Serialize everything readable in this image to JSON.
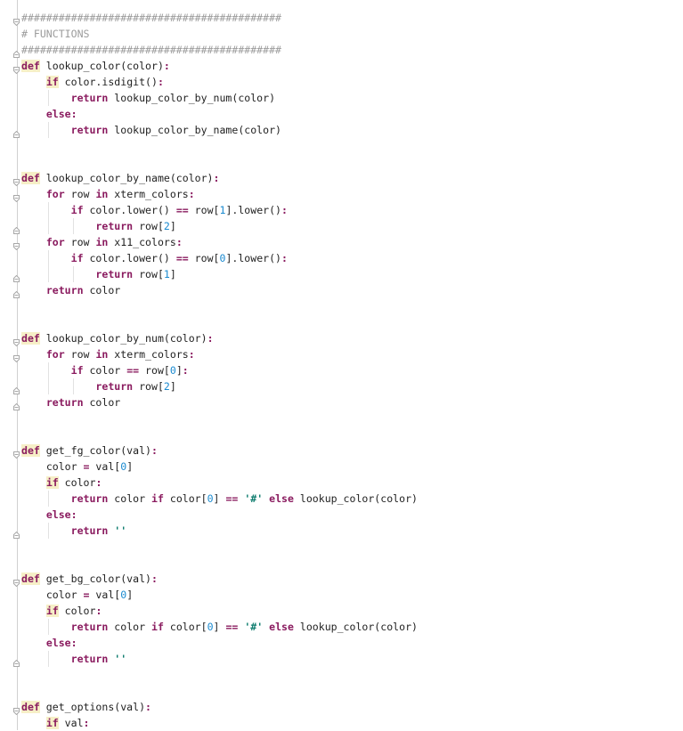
{
  "editor": {
    "language": "python",
    "colors": {
      "keyword": "#8a1b5f",
      "number": "#1a8ad0",
      "string": "#0f7d6f",
      "comment": "#9c9c9c",
      "text": "#1f1f1f",
      "highlight": "#f6efc7"
    },
    "lines": [
      {
        "indent": 0,
        "fold": "start",
        "tokens": [
          {
            "t": "cm",
            "v": "##########################################"
          }
        ]
      },
      {
        "indent": 0,
        "fold": "",
        "tokens": [
          {
            "t": "cm",
            "v": "# FUNCTIONS"
          }
        ]
      },
      {
        "indent": 0,
        "fold": "end",
        "tokens": [
          {
            "t": "cm",
            "v": "##########################################"
          }
        ]
      },
      {
        "indent": 0,
        "fold": "start",
        "tokens": [
          {
            "t": "kwhl",
            "v": "def"
          },
          {
            "t": "tx",
            "v": " lookup_color(color)"
          },
          {
            "t": "op",
            "v": ":"
          }
        ]
      },
      {
        "indent": 1,
        "fold": "",
        "tokens": [
          {
            "t": "kwhl",
            "v": "if"
          },
          {
            "t": "tx",
            "v": " color.isdigit()"
          },
          {
            "t": "op",
            "v": ":"
          }
        ]
      },
      {
        "indent": 2,
        "fold": "",
        "tokens": [
          {
            "t": "kw",
            "v": "return"
          },
          {
            "t": "tx",
            "v": " lookup_color_by_num(color)"
          }
        ]
      },
      {
        "indent": 1,
        "fold": "",
        "tokens": [
          {
            "t": "kw",
            "v": "else"
          },
          {
            "t": "op",
            "v": ":"
          }
        ]
      },
      {
        "indent": 2,
        "fold": "end",
        "tokens": [
          {
            "t": "kw",
            "v": "return"
          },
          {
            "t": "tx",
            "v": " lookup_color_by_name(color)"
          }
        ]
      },
      {
        "indent": 0,
        "fold": "",
        "tokens": []
      },
      {
        "indent": 0,
        "fold": "",
        "tokens": []
      },
      {
        "indent": 0,
        "fold": "start",
        "tokens": [
          {
            "t": "kwhl",
            "v": "def"
          },
          {
            "t": "tx",
            "v": " lookup_color_by_name(color)"
          },
          {
            "t": "op",
            "v": ":"
          }
        ]
      },
      {
        "indent": 1,
        "fold": "start",
        "tokens": [
          {
            "t": "kw",
            "v": "for"
          },
          {
            "t": "tx",
            "v": " row "
          },
          {
            "t": "kw",
            "v": "in"
          },
          {
            "t": "tx",
            "v": " xterm_colors"
          },
          {
            "t": "op",
            "v": ":"
          }
        ]
      },
      {
        "indent": 2,
        "fold": "",
        "tokens": [
          {
            "t": "kw",
            "v": "if"
          },
          {
            "t": "tx",
            "v": " color.lower() "
          },
          {
            "t": "op",
            "v": "=="
          },
          {
            "t": "tx",
            "v": " row["
          },
          {
            "t": "num",
            "v": "1"
          },
          {
            "t": "tx",
            "v": "].lower()"
          },
          {
            "t": "op",
            "v": ":"
          }
        ]
      },
      {
        "indent": 3,
        "fold": "end",
        "tokens": [
          {
            "t": "kw",
            "v": "return"
          },
          {
            "t": "tx",
            "v": " row["
          },
          {
            "t": "num",
            "v": "2"
          },
          {
            "t": "tx",
            "v": "]"
          }
        ]
      },
      {
        "indent": 1,
        "fold": "start",
        "tokens": [
          {
            "t": "kw",
            "v": "for"
          },
          {
            "t": "tx",
            "v": " row "
          },
          {
            "t": "kw",
            "v": "in"
          },
          {
            "t": "tx",
            "v": " x11_colors"
          },
          {
            "t": "op",
            "v": ":"
          }
        ]
      },
      {
        "indent": 2,
        "fold": "",
        "tokens": [
          {
            "t": "kw",
            "v": "if"
          },
          {
            "t": "tx",
            "v": " color.lower() "
          },
          {
            "t": "op",
            "v": "=="
          },
          {
            "t": "tx",
            "v": " row["
          },
          {
            "t": "num",
            "v": "0"
          },
          {
            "t": "tx",
            "v": "].lower()"
          },
          {
            "t": "op",
            "v": ":"
          }
        ]
      },
      {
        "indent": 3,
        "fold": "end",
        "tokens": [
          {
            "t": "kw",
            "v": "return"
          },
          {
            "t": "tx",
            "v": " row["
          },
          {
            "t": "num",
            "v": "1"
          },
          {
            "t": "tx",
            "v": "]"
          }
        ]
      },
      {
        "indent": 1,
        "fold": "end",
        "tokens": [
          {
            "t": "kw",
            "v": "return"
          },
          {
            "t": "tx",
            "v": " color"
          }
        ]
      },
      {
        "indent": 0,
        "fold": "",
        "tokens": []
      },
      {
        "indent": 0,
        "fold": "",
        "tokens": []
      },
      {
        "indent": 0,
        "fold": "start",
        "tokens": [
          {
            "t": "kwhl",
            "v": "def"
          },
          {
            "t": "tx",
            "v": " lookup_color_by_num(color)"
          },
          {
            "t": "op",
            "v": ":"
          }
        ]
      },
      {
        "indent": 1,
        "fold": "start",
        "tokens": [
          {
            "t": "kw",
            "v": "for"
          },
          {
            "t": "tx",
            "v": " row "
          },
          {
            "t": "kw",
            "v": "in"
          },
          {
            "t": "tx",
            "v": " xterm_colors"
          },
          {
            "t": "op",
            "v": ":"
          }
        ]
      },
      {
        "indent": 2,
        "fold": "",
        "tokens": [
          {
            "t": "kw",
            "v": "if"
          },
          {
            "t": "tx",
            "v": " color "
          },
          {
            "t": "op",
            "v": "=="
          },
          {
            "t": "tx",
            "v": " row["
          },
          {
            "t": "num",
            "v": "0"
          },
          {
            "t": "tx",
            "v": "]"
          },
          {
            "t": "op",
            "v": ":"
          }
        ]
      },
      {
        "indent": 3,
        "fold": "end",
        "tokens": [
          {
            "t": "kw",
            "v": "return"
          },
          {
            "t": "tx",
            "v": " row["
          },
          {
            "t": "num",
            "v": "2"
          },
          {
            "t": "tx",
            "v": "]"
          }
        ]
      },
      {
        "indent": 1,
        "fold": "end",
        "tokens": [
          {
            "t": "kw",
            "v": "return"
          },
          {
            "t": "tx",
            "v": " color"
          }
        ]
      },
      {
        "indent": 0,
        "fold": "",
        "tokens": []
      },
      {
        "indent": 0,
        "fold": "",
        "tokens": []
      },
      {
        "indent": 0,
        "fold": "start",
        "tokens": [
          {
            "t": "kwhl",
            "v": "def"
          },
          {
            "t": "tx",
            "v": " get_fg_color(val)"
          },
          {
            "t": "op",
            "v": ":"
          }
        ]
      },
      {
        "indent": 1,
        "fold": "",
        "tokens": [
          {
            "t": "tx",
            "v": "color "
          },
          {
            "t": "op",
            "v": "="
          },
          {
            "t": "tx",
            "v": " val["
          },
          {
            "t": "num",
            "v": "0"
          },
          {
            "t": "tx",
            "v": "]"
          }
        ]
      },
      {
        "indent": 1,
        "fold": "",
        "tokens": [
          {
            "t": "kwhl",
            "v": "if"
          },
          {
            "t": "tx",
            "v": " color"
          },
          {
            "t": "op",
            "v": ":"
          }
        ]
      },
      {
        "indent": 2,
        "fold": "",
        "tokens": [
          {
            "t": "kw",
            "v": "return"
          },
          {
            "t": "tx",
            "v": " color "
          },
          {
            "t": "kw",
            "v": "if"
          },
          {
            "t": "tx",
            "v": " color["
          },
          {
            "t": "num",
            "v": "0"
          },
          {
            "t": "tx",
            "v": "] "
          },
          {
            "t": "op",
            "v": "=="
          },
          {
            "t": "tx",
            "v": " "
          },
          {
            "t": "str",
            "v": "'#'"
          },
          {
            "t": "tx",
            "v": " "
          },
          {
            "t": "kw",
            "v": "else"
          },
          {
            "t": "tx",
            "v": " lookup_color(color)"
          }
        ]
      },
      {
        "indent": 1,
        "fold": "",
        "tokens": [
          {
            "t": "kw",
            "v": "else"
          },
          {
            "t": "op",
            "v": ":"
          }
        ]
      },
      {
        "indent": 2,
        "fold": "end",
        "tokens": [
          {
            "t": "kw",
            "v": "return"
          },
          {
            "t": "tx",
            "v": " "
          },
          {
            "t": "str",
            "v": "''"
          }
        ]
      },
      {
        "indent": 0,
        "fold": "",
        "tokens": []
      },
      {
        "indent": 0,
        "fold": "",
        "tokens": []
      },
      {
        "indent": 0,
        "fold": "start",
        "tokens": [
          {
            "t": "kwhl",
            "v": "def"
          },
          {
            "t": "tx",
            "v": " get_bg_color(val)"
          },
          {
            "t": "op",
            "v": ":"
          }
        ]
      },
      {
        "indent": 1,
        "fold": "",
        "tokens": [
          {
            "t": "tx",
            "v": "color "
          },
          {
            "t": "op",
            "v": "="
          },
          {
            "t": "tx",
            "v": " val["
          },
          {
            "t": "num",
            "v": "0"
          },
          {
            "t": "tx",
            "v": "]"
          }
        ]
      },
      {
        "indent": 1,
        "fold": "",
        "tokens": [
          {
            "t": "kwhl",
            "v": "if"
          },
          {
            "t": "tx",
            "v": " color"
          },
          {
            "t": "op",
            "v": ":"
          }
        ]
      },
      {
        "indent": 2,
        "fold": "",
        "tokens": [
          {
            "t": "kw",
            "v": "return"
          },
          {
            "t": "tx",
            "v": " color "
          },
          {
            "t": "kw",
            "v": "if"
          },
          {
            "t": "tx",
            "v": " color["
          },
          {
            "t": "num",
            "v": "0"
          },
          {
            "t": "tx",
            "v": "] "
          },
          {
            "t": "op",
            "v": "=="
          },
          {
            "t": "tx",
            "v": " "
          },
          {
            "t": "str",
            "v": "'#'"
          },
          {
            "t": "tx",
            "v": " "
          },
          {
            "t": "kw",
            "v": "else"
          },
          {
            "t": "tx",
            "v": " lookup_color(color)"
          }
        ]
      },
      {
        "indent": 1,
        "fold": "",
        "tokens": [
          {
            "t": "kw",
            "v": "else"
          },
          {
            "t": "op",
            "v": ":"
          }
        ]
      },
      {
        "indent": 2,
        "fold": "end",
        "tokens": [
          {
            "t": "kw",
            "v": "return"
          },
          {
            "t": "tx",
            "v": " "
          },
          {
            "t": "str",
            "v": "''"
          }
        ]
      },
      {
        "indent": 0,
        "fold": "",
        "tokens": []
      },
      {
        "indent": 0,
        "fold": "",
        "tokens": []
      },
      {
        "indent": 0,
        "fold": "start",
        "tokens": [
          {
            "t": "kwhl",
            "v": "def"
          },
          {
            "t": "tx",
            "v": " get_options(val)"
          },
          {
            "t": "op",
            "v": ":"
          }
        ]
      },
      {
        "indent": 1,
        "fold": "",
        "tokens": [
          {
            "t": "kwhl",
            "v": "if"
          },
          {
            "t": "tx",
            "v": " val"
          },
          {
            "t": "op",
            "v": ":"
          }
        ]
      }
    ]
  }
}
